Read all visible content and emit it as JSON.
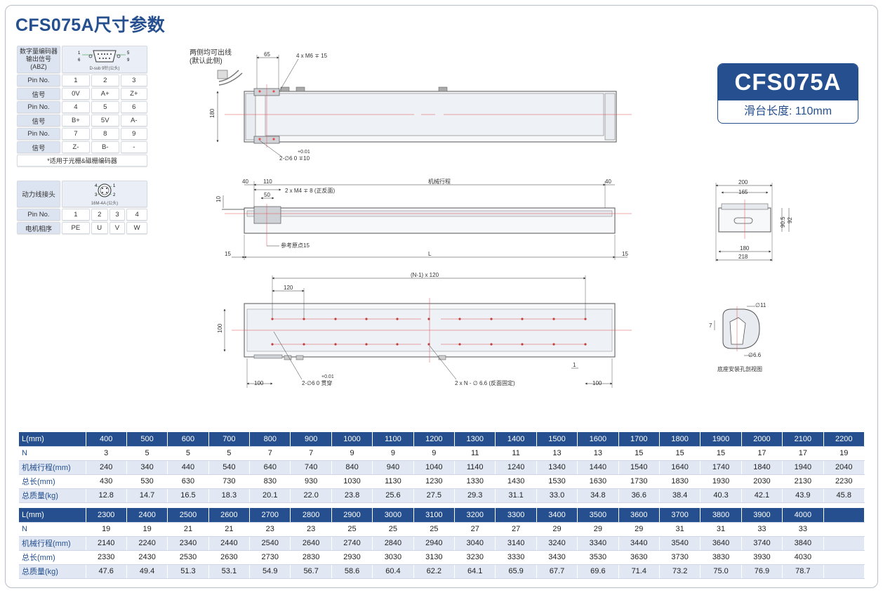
{
  "title": "CFS075A尺寸参数",
  "badge": {
    "model": "CFS075A",
    "slide_length": "滑台长度: 110mm"
  },
  "encoder": {
    "label": "数字量编码器输出信号(ABZ)",
    "connector_caption": "D-sub 9针(公头)",
    "connector_pins": {
      "p1": "1",
      "p5": "5",
      "p6": "6",
      "p9": "9"
    },
    "rows": [
      {
        "label": "Pin No.",
        "cells": [
          "1",
          "2",
          "3"
        ]
      },
      {
        "label": "信号",
        "cells": [
          "0V",
          "A+",
          "Z+"
        ]
      },
      {
        "label": "Pin No.",
        "cells": [
          "4",
          "5",
          "6"
        ]
      },
      {
        "label": "信号",
        "cells": [
          "B+",
          "5V",
          "A-"
        ]
      },
      {
        "label": "Pin No.",
        "cells": [
          "7",
          "8",
          "9"
        ]
      },
      {
        "label": "信号",
        "cells": [
          "Z-",
          "B-",
          "-"
        ]
      }
    ],
    "note": "*适用于光栅&磁栅编码器"
  },
  "power": {
    "label": "动力线接头",
    "connector_caption": "16M-4A (公头)",
    "connector_pins": {
      "p1": "1",
      "p2": "2",
      "p3": "3",
      "p4": "4"
    },
    "rows": [
      {
        "label": "Pin No.",
        "cells": [
          "1",
          "2",
          "3",
          "4"
        ]
      },
      {
        "label": "电机相序",
        "cells": [
          "PE",
          "U",
          "V",
          "W"
        ]
      }
    ]
  },
  "drawing_labels": {
    "cable_note_1": "两侧均可出线",
    "cable_note_2": "(默认此侧)",
    "d65": "65",
    "m6": "4 x M6 ∓ 15",
    "d180": "180",
    "tol_top": "+0.01",
    "dowel_top": "2-∅6  0  ∓10",
    "d40a": "40",
    "d110": "110",
    "d50": "50",
    "m4": "2 x M4 ∓ 8 (正反面)",
    "stroke": "机械行程",
    "d40b": "40",
    "d10": "10",
    "origin": "参考原点15",
    "d15a": "15",
    "dL": "L",
    "d15b": "15",
    "pitch": "(N-1) x 120",
    "d120": "120",
    "d100side": "100",
    "d100a": "100",
    "tol_bot": "+0.01",
    "dowel_bot": "2-∅6  0    贯穿",
    "holes": "2 x N - ∅ 6.6 (反面固定)",
    "d1": "1",
    "d100b": "100",
    "d200": "200",
    "d165": "165",
    "d905": "90.5",
    "d92": "92",
    "d180b": "180",
    "d218": "218",
    "d11": "∅11",
    "d7": "7",
    "d66": "∅6.6",
    "section": "底座安装孔剖视图"
  },
  "spec_tables": [
    {
      "rows": [
        {
          "label": "L(mm)",
          "values": [
            "400",
            "500",
            "600",
            "700",
            "800",
            "900",
            "1000",
            "1100",
            "1200",
            "1300",
            "1400",
            "1500",
            "1600",
            "1700",
            "1800",
            "1900",
            "2000",
            "2100",
            "2200"
          ]
        },
        {
          "label": "N",
          "values": [
            "3",
            "5",
            "5",
            "5",
            "7",
            "7",
            "9",
            "9",
            "9",
            "11",
            "11",
            "13",
            "13",
            "15",
            "15",
            "15",
            "17",
            "17",
            "19"
          ]
        },
        {
          "label": "机械行程(mm)",
          "values": [
            "240",
            "340",
            "440",
            "540",
            "640",
            "740",
            "840",
            "940",
            "1040",
            "1140",
            "1240",
            "1340",
            "1440",
            "1540",
            "1640",
            "1740",
            "1840",
            "1940",
            "2040"
          ]
        },
        {
          "label": "总长(mm)",
          "values": [
            "430",
            "530",
            "630",
            "730",
            "830",
            "930",
            "1030",
            "1130",
            "1230",
            "1330",
            "1430",
            "1530",
            "1630",
            "1730",
            "1830",
            "1930",
            "2030",
            "2130",
            "2230"
          ]
        },
        {
          "label": "总质量(kg)",
          "values": [
            "12.8",
            "14.7",
            "16.5",
            "18.3",
            "20.1",
            "22.0",
            "23.8",
            "25.6",
            "27.5",
            "29.3",
            "31.1",
            "33.0",
            "34.8",
            "36.6",
            "38.4",
            "40.3",
            "42.1",
            "43.9",
            "45.8"
          ]
        }
      ]
    },
    {
      "rows": [
        {
          "label": "L(mm)",
          "values": [
            "2300",
            "2400",
            "2500",
            "2600",
            "2700",
            "2800",
            "2900",
            "3000",
            "3100",
            "3200",
            "3300",
            "3400",
            "3500",
            "3600",
            "3700",
            "3800",
            "3900",
            "4000",
            ""
          ]
        },
        {
          "label": "N",
          "values": [
            "19",
            "19",
            "21",
            "21",
            "23",
            "23",
            "25",
            "25",
            "25",
            "27",
            "27",
            "29",
            "29",
            "29",
            "31",
            "31",
            "33",
            "33",
            ""
          ]
        },
        {
          "label": "机械行程(mm)",
          "values": [
            "2140",
            "2240",
            "2340",
            "2440",
            "2540",
            "2640",
            "2740",
            "2840",
            "2940",
            "3040",
            "3140",
            "3240",
            "3340",
            "3440",
            "3540",
            "3640",
            "3740",
            "3840",
            ""
          ]
        },
        {
          "label": "总长(mm)",
          "values": [
            "2330",
            "2430",
            "2530",
            "2630",
            "2730",
            "2830",
            "2930",
            "3030",
            "3130",
            "3230",
            "3330",
            "3430",
            "3530",
            "3630",
            "3730",
            "3830",
            "3930",
            "4030",
            ""
          ]
        },
        {
          "label": "总质量(kg)",
          "values": [
            "47.6",
            "49.4",
            "51.3",
            "53.1",
            "54.9",
            "56.7",
            "58.6",
            "60.4",
            "62.2",
            "64.1",
            "65.9",
            "67.7",
            "69.6",
            "71.4",
            "73.2",
            "75.0",
            "76.9",
            "78.7",
            ""
          ]
        }
      ]
    }
  ]
}
